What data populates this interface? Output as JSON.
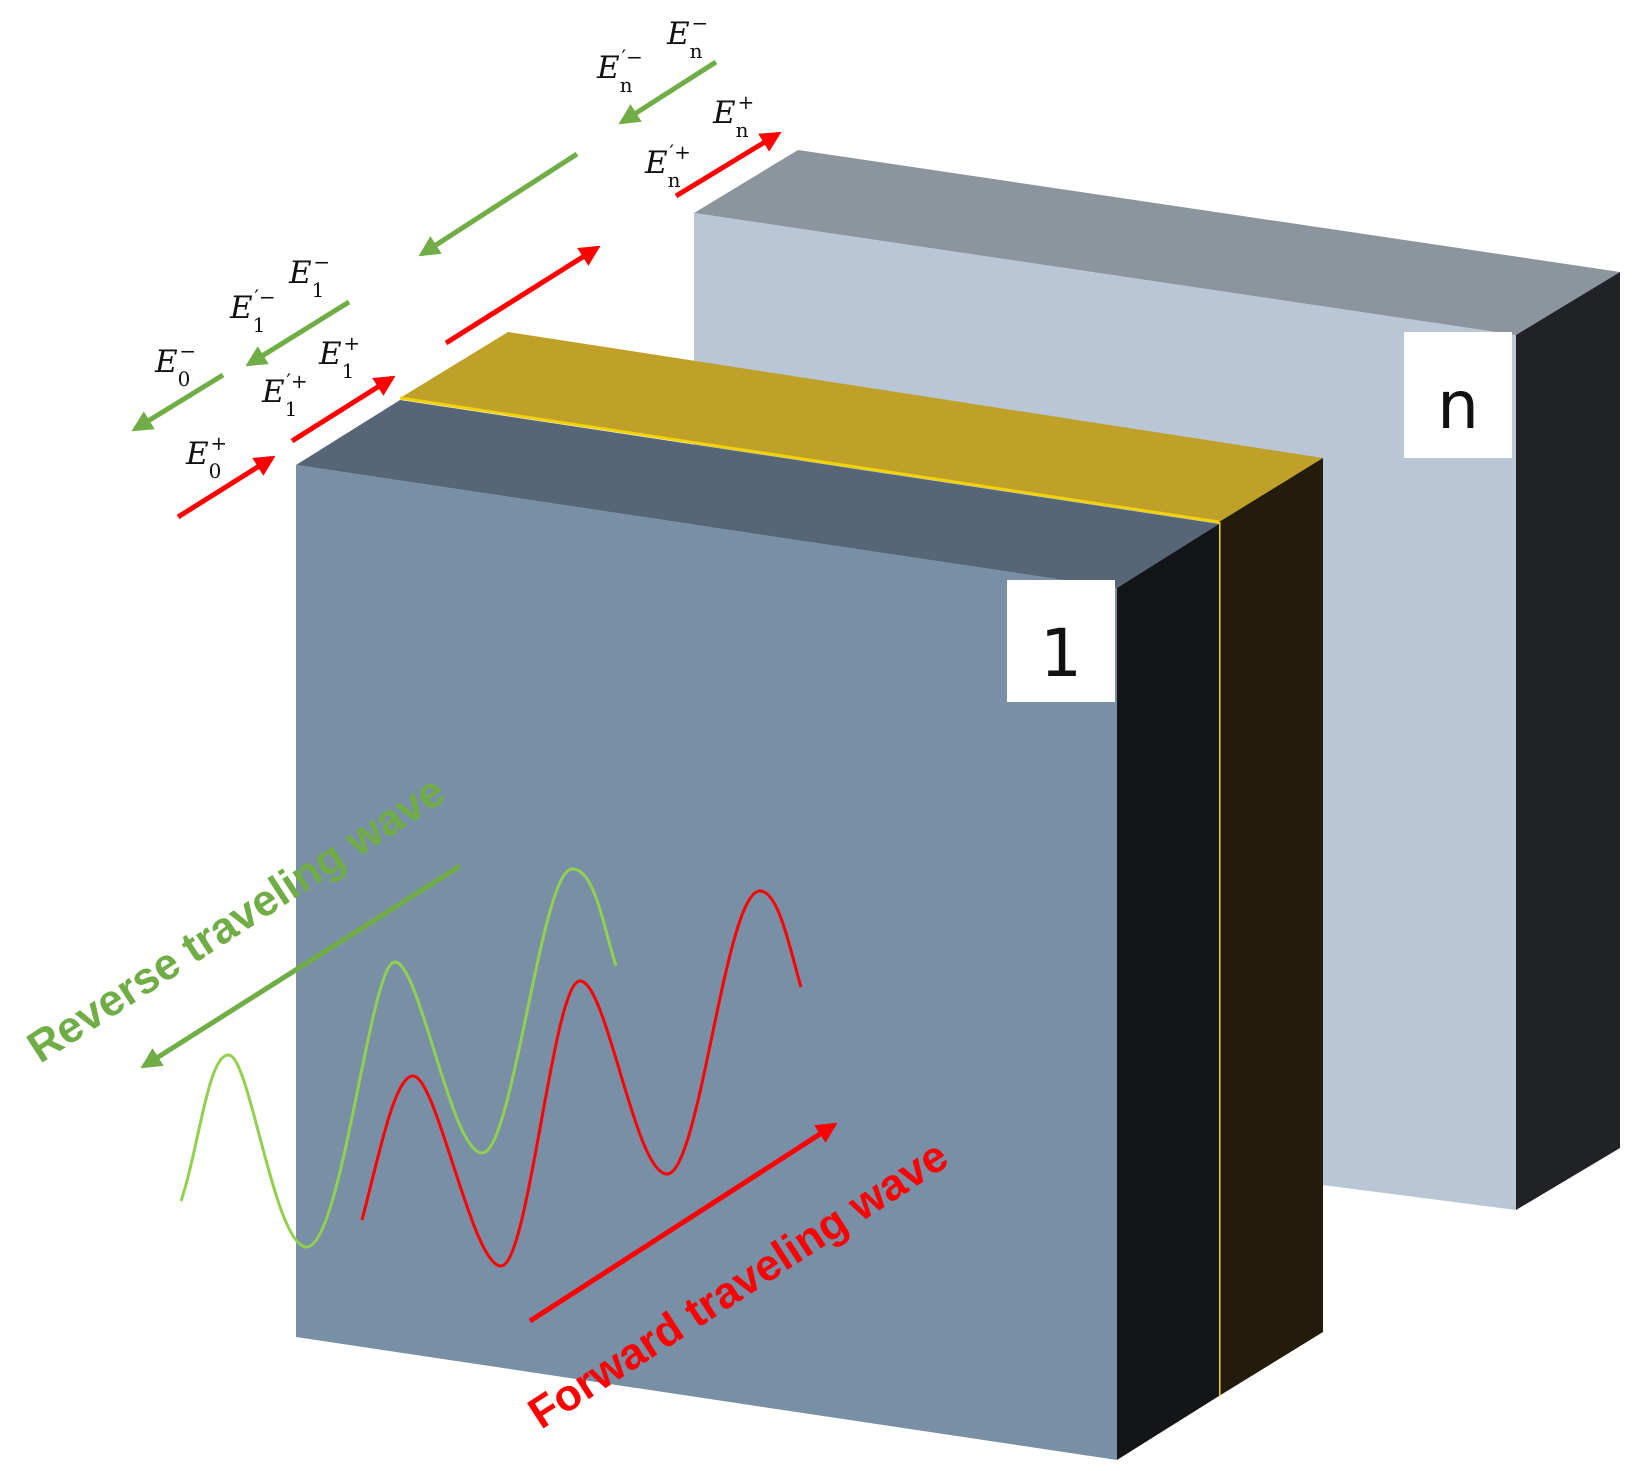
{
  "colors": {
    "forward": "#ff0000",
    "reverse": "#70ad47",
    "wave_reverse": "#92d050",
    "layer1_front": "#788fa6",
    "layer1_top": "#566677",
    "layer1_side": "#131517",
    "layer1_gold_top": "#bfa12a",
    "layer1_gold_side": "#231c0a",
    "layern_front": "#b9c6d6",
    "layern_top": "#8c959e",
    "layern_side": "#202225"
  },
  "layers": {
    "first_label": "1",
    "last_label": "n"
  },
  "field_labels": {
    "e0_minus": {
      "base": "E",
      "sub": "0",
      "sup": "−"
    },
    "e0_plus": {
      "base": "E",
      "sub": "0",
      "sup": "+"
    },
    "e1p_minus": {
      "base": "E",
      "sub": "1",
      "sup": "′−"
    },
    "e1_minus": {
      "base": "E",
      "sub": "1",
      "sup": "−"
    },
    "e1p_plus": {
      "base": "E",
      "sub": "1",
      "sup": "′+"
    },
    "e1_plus": {
      "base": "E",
      "sub": "1",
      "sup": "+"
    },
    "enp_minus": {
      "base": "E",
      "sub": "n",
      "sup": "′−"
    },
    "en_minus": {
      "base": "E",
      "sub": "n",
      "sup": "−"
    },
    "enp_plus": {
      "base": "E",
      "sub": "n",
      "sup": "′+"
    },
    "en_plus": {
      "base": "E",
      "sub": "n",
      "sup": "+"
    }
  },
  "wave_labels": {
    "reverse": "Reverse traveling wave",
    "forward": "Forward traveling wave"
  }
}
